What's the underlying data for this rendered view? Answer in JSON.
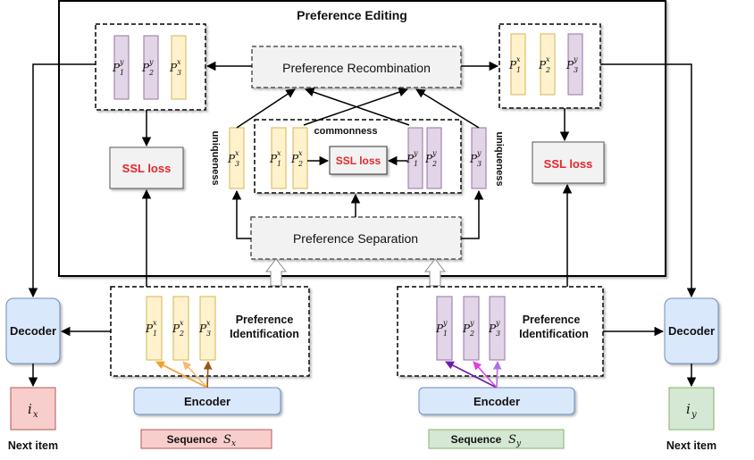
{
  "title": "Preference Editing",
  "recombination": "Preference Recombination",
  "separation": "Preference Separation",
  "commonness": "commonness",
  "uniqueness": "uniqueness",
  "ssl_loss": "SSL loss",
  "decoder": "Decoder",
  "encoder": "Encoder",
  "identification_line1": "Preference",
  "identification_line2": "Identification",
  "next_item": "Next item",
  "sequence_label": "Sequence",
  "seq_x_var": "S",
  "seq_x_sub": "x",
  "seq_y_var": "S",
  "seq_y_sub": "y",
  "item_x_var": "i",
  "item_x_sub": "x",
  "item_y_var": "i",
  "item_y_sub": "y",
  "prefs": {
    "top_left": [
      {
        "sup": "y",
        "sub": "1"
      },
      {
        "sup": "y",
        "sub": "2"
      },
      {
        "sup": "x",
        "sub": "3"
      }
    ],
    "top_right": [
      {
        "sup": "x",
        "sub": "1"
      },
      {
        "sup": "x",
        "sub": "2"
      },
      {
        "sup": "y",
        "sub": "3"
      }
    ],
    "common_x": [
      {
        "sup": "x",
        "sub": "1"
      },
      {
        "sup": "x",
        "sub": "2"
      }
    ],
    "common_y": [
      {
        "sup": "y",
        "sub": "1"
      },
      {
        "sup": "y",
        "sub": "2"
      }
    ],
    "unique_x": {
      "sup": "x",
      "sub": "3"
    },
    "unique_y": {
      "sup": "y",
      "sub": "3"
    },
    "ident_x": [
      {
        "sup": "x",
        "sub": "1"
      },
      {
        "sup": "x",
        "sub": "2"
      },
      {
        "sup": "x",
        "sub": "3"
      }
    ],
    "ident_y": [
      {
        "sup": "y",
        "sub": "1"
      },
      {
        "sup": "y",
        "sub": "2"
      },
      {
        "sup": "y",
        "sub": "3"
      }
    ]
  },
  "colors": {
    "x_pref_fill": "#fff2cc",
    "x_pref_stroke": "#d6b656",
    "y_pref_fill": "#e1d5e7",
    "y_pref_stroke": "#9673a6",
    "decoder_fill": "#dae8fc",
    "decoder_stroke": "#6c8ebf",
    "seq_x_fill": "#f8cecc",
    "seq_x_stroke": "#b85450",
    "seq_y_fill": "#d5e8d4",
    "seq_y_stroke": "#82b366",
    "ssl_text": "#e8262a"
  }
}
